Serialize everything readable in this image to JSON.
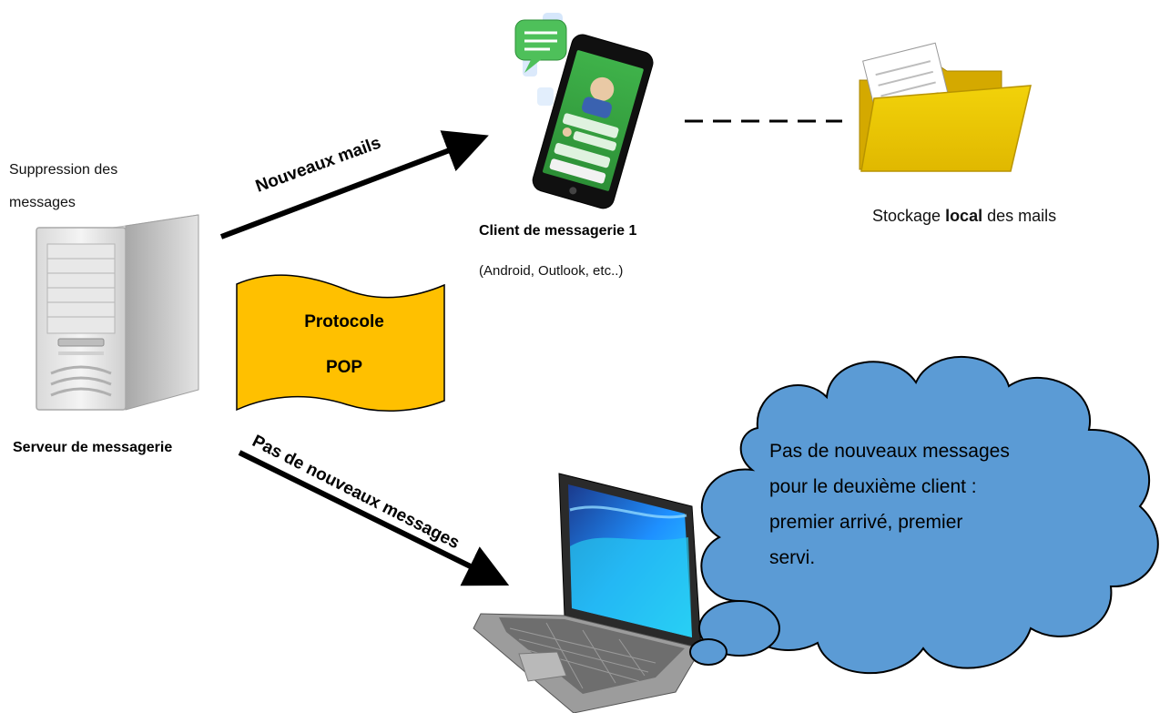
{
  "server": {
    "note_line1": "Suppression des",
    "note_line2": "messages",
    "label": "Serveur de messagerie",
    "icon": "server-tower-icon"
  },
  "client1": {
    "label": "Client de messagerie 1",
    "sublabel": "(Android, Outlook, etc..)",
    "icon": "smartphone-chat-icon"
  },
  "storage": {
    "text_before": "Stockage ",
    "text_bold": "local",
    "text_after": " des mails",
    "icon": "folder-icon"
  },
  "protocol": {
    "line1": "Protocole",
    "line2": "POP",
    "color": "#FFC000"
  },
  "arrows": {
    "top_label": "Nouveaux mails",
    "bottom_label": "Pas de nouveaux messages"
  },
  "client2": {
    "icon": "laptop-icon"
  },
  "thought": {
    "line1": "Pas de nouveaux messages",
    "line2": "pour le deuxième client :",
    "line3": "premier arrivé, premier",
    "line4": "servi.",
    "color": "#5B9BD5"
  }
}
